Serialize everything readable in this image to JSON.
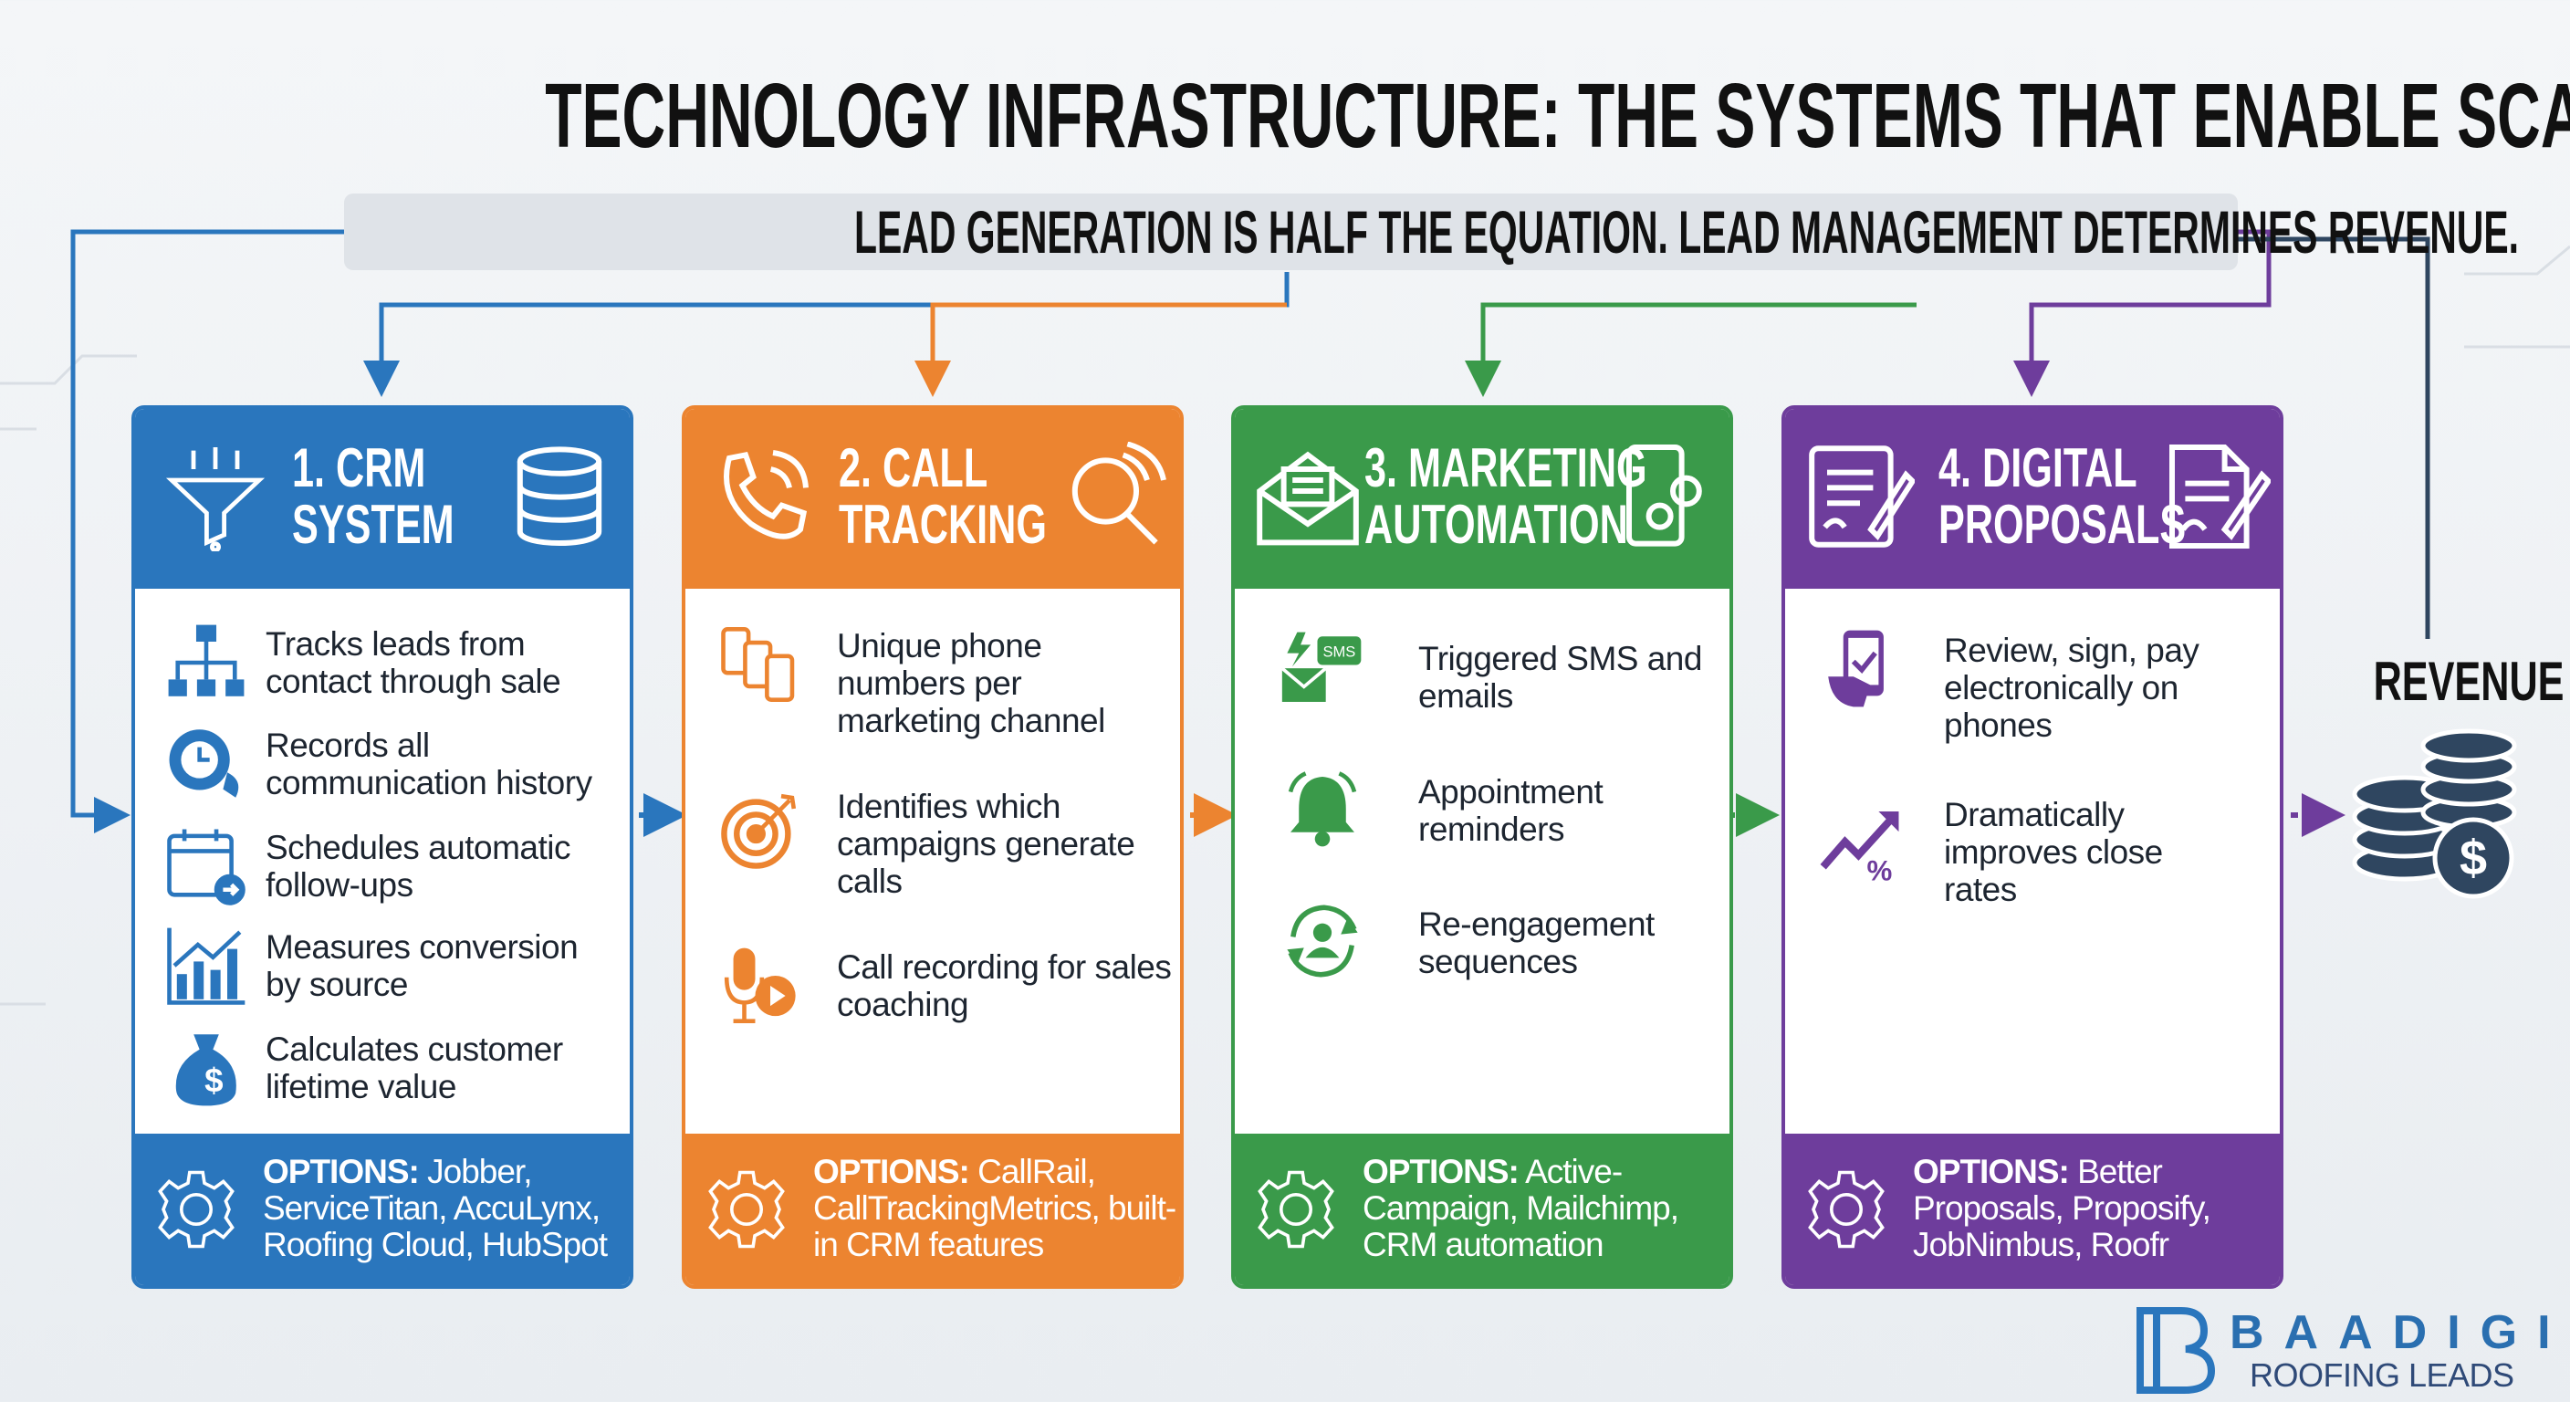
{
  "title": "TECHNOLOGY INFRASTRUCTURE: THE SYSTEMS THAT ENABLE SCALE",
  "subtitle": "LEAD GENERATION IS HALF THE EQUATION. LEAD MANAGEMENT DETERMINES REVENUE.",
  "colors": {
    "crm": "#2a76bd",
    "call": "#ec8430",
    "marketing": "#3a9a4a",
    "proposals": "#6e3d9c",
    "navy": "#2f4660"
  },
  "cards": [
    {
      "line1": "1. CRM",
      "line2": "SYSTEM",
      "options_label": "OPTIONS:",
      "options": " Jobber, ServiceTitan, AccuLynx, Roofing Cloud, HubSpot",
      "items": [
        "Tracks leads from contact through sale",
        "Records all communication history",
        "Schedules automatic follow-ups",
        "Measures conversion by source",
        "Calculates customer lifetime value"
      ]
    },
    {
      "line1": "2. CALL",
      "line2": "TRACKING",
      "options_label": "OPTIONS:",
      "options": " CallRail, CallTrackingMetrics, built-in CRM features",
      "items": [
        "Unique phone numbers per marketing channel",
        "Identifies which campaigns generate calls",
        "Call recording for sales coaching"
      ]
    },
    {
      "line1": "3. MARKETING",
      "line2": "AUTOMATION",
      "options_label": "OPTIONS:",
      "options": " Active-Campaign, Mailchimp, CRM automation",
      "items": [
        "Triggered SMS and emails",
        "Appointment reminders",
        "Re-engagement sequences"
      ],
      "sms_badge": "SMS"
    },
    {
      "line1": "4. DIGITAL",
      "line2": "PROPOSALS",
      "options_label": "OPTIONS:",
      "options": " Better Proposals, Proposify, JobNimbus, Roofr",
      "items": [
        "Review, sign, pay electronically on phones",
        "Dramatically improves close rates"
      ]
    }
  ],
  "revenue": "REVENUE",
  "logo": {
    "name": "BAADIGI",
    "tagline": "ROOFING LEADS"
  }
}
